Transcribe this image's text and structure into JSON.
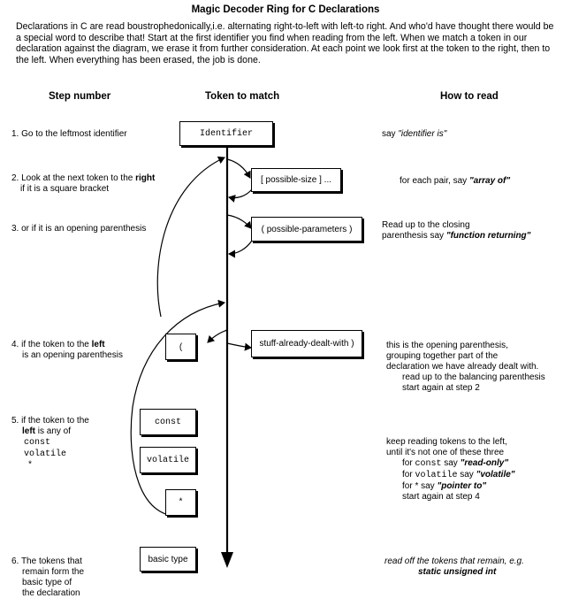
{
  "title": "Magic Decoder Ring for C Declarations",
  "intro": "Declarations in C are read boustrophedonically,i.e. alternating right-to-left with left-to right. And who'd have thought there would be a special word to describe that! Start at the first identifier you find when reading from the left. When we match a token in our declaration against the diagram, we erase it from further consideration. At each point we look first at the token to the right, then to the left. When everything has been erased, the job is done.",
  "headers": {
    "step": "Step number",
    "token": "Token to match",
    "read": "How to read"
  },
  "steps": {
    "s1": {
      "text": "1.  Go to the leftmost identifier"
    },
    "s2": {
      "pre": "2. Look at the next token to the ",
      "bold": "right",
      "line2": "if it is a square bracket"
    },
    "s3": {
      "text": "3. or if it is an opening parenthesis"
    },
    "s4": {
      "pre": "4. if the token to the ",
      "bold": "left",
      "line2": "is an opening parenthesis"
    },
    "s5": {
      "line1": "5. if the token to the",
      "bold": "left",
      "post": " is any of",
      "kw1": "const",
      "kw2": "volatile",
      "kw3": "*"
    },
    "s6": {
      "line1": "6. The tokens that",
      "line2": "remain form the",
      "line3": "basic type of",
      "line4": "the declaration"
    }
  },
  "tokens": {
    "identifier": "Identifier",
    "possible_size": "[ possible-size ] ...",
    "possible_params": "( possible-parameters )",
    "open_paren": "(",
    "stuff": "stuff-already-dealt-with )",
    "const": "const",
    "volatile": "volatile",
    "star": "*",
    "basic_type": "basic type"
  },
  "reads": {
    "r1": {
      "pre": "say ",
      "it": "\"identifier is\""
    },
    "r2": {
      "pre": "for each pair, say ",
      "bi": "\"array of\""
    },
    "r3": {
      "line1": "Read up to the closing",
      "pre": "parenthesis say ",
      "bi": "\"function returning\""
    },
    "r4": {
      "line1": "this is the opening parenthesis,",
      "line2": "grouping together part of the",
      "line3": "declaration we have already dealt with.",
      "line4": "read up to the balancing parenthesis",
      "line5": "start again at step 2"
    },
    "r5": {
      "line1": "keep reading tokens to the left,",
      "line2": "until it's not one of these three",
      "c_pre": "for ",
      "c_kw": "const",
      "c_mid": " say ",
      "c_bi": "\"read-only\"",
      "v_pre": "for ",
      "v_kw": "volatile",
      "v_mid": " say ",
      "v_bi": "\"volatile\"",
      "s_pre": "for * say ",
      "s_bi": "\"pointer to\"",
      "line6": "start again at step 4"
    },
    "r6": {
      "line1": "read off the tokens that remain, e.g.",
      "bi": "static unsigned int"
    }
  }
}
